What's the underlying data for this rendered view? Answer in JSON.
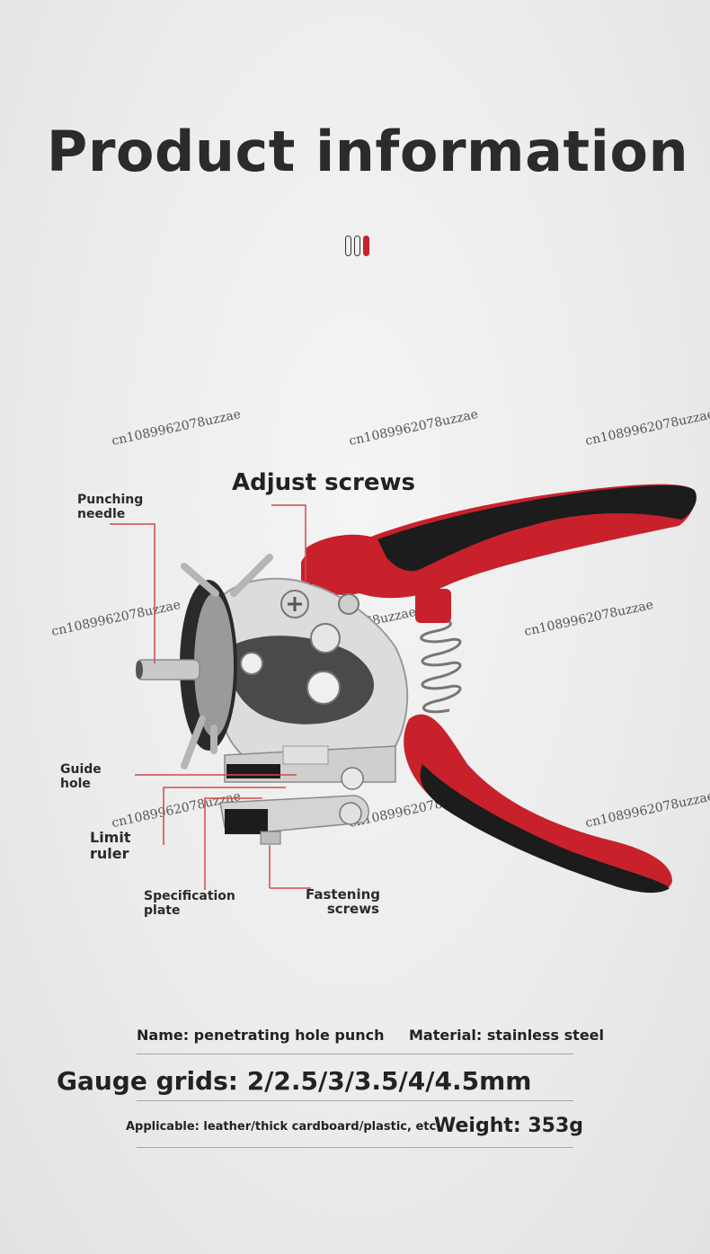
{
  "header": {
    "title": "Product information"
  },
  "watermark": "cn1089962078uzzae",
  "diagram": {
    "labels": {
      "adjust_screws": "Adjust screws",
      "punching_needle": "Punching\nneedle",
      "guide_hole": "Guide\nhole",
      "limit_ruler": "Limit\nruler",
      "specification_plate": "Specification\nplate",
      "fastening_screws": "Fastening\nscrews"
    },
    "colors": {
      "accent_red": "#c8212b",
      "handle_black": "#1c1c1c",
      "leader_line": "#d24a4a"
    }
  },
  "specs": {
    "name": "Name: penetrating hole punch",
    "material": "Material: stainless steel",
    "gauge": "Gauge grids: 2/2.5/3/3.5/4/4.5mm",
    "applicable": "Applicable: leather/thick cardboard/plastic, etc",
    "weight": "Weight: 353g"
  }
}
